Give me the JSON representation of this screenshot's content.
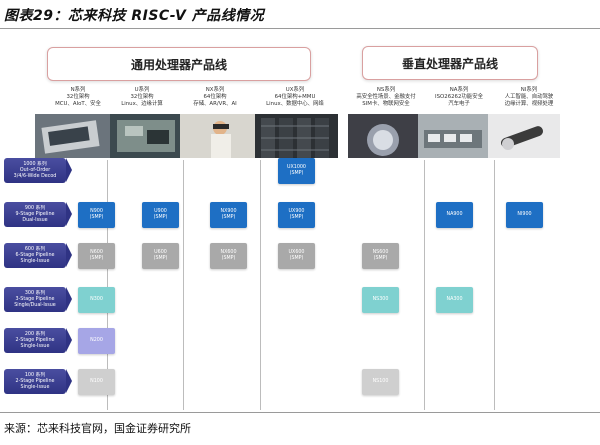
{
  "title": "图表29：芯来科技 RISC-V 产品线情况",
  "categories": {
    "general": "通用处理器产品线",
    "vertical": "垂直处理器产品线"
  },
  "series_headers": [
    {
      "name": "N系列",
      "lines": [
        "N系列",
        "32位架构",
        "MCU、AIoT、安全"
      ]
    },
    {
      "name": "U系列",
      "lines": [
        "U系列",
        "32位架构",
        "Linux、边缘计算"
      ]
    },
    {
      "name": "NX系列",
      "lines": [
        "NX系列",
        "64位架构",
        "存储、AR/VR、AI"
      ]
    },
    {
      "name": "UX系列",
      "lines": [
        "UX系列",
        "64位架构+MMU",
        "Linux、数据中心、网络"
      ]
    },
    {
      "name": "NS系列",
      "lines": [
        "NS系列",
        "高安全性场景、金融支付",
        "SIM卡、物联网安全"
      ]
    },
    {
      "name": "NA系列",
      "lines": [
        "NA系列",
        "ISO26262功能安全",
        "汽车电子"
      ]
    },
    {
      "name": "NI系列",
      "lines": [
        "NI系列",
        "人工智能、自动驾驶",
        "边缘计算、视频处理"
      ]
    }
  ],
  "rows": [
    {
      "lines": [
        "1000 系列",
        "Out-of-Order",
        "3/4/6-Wide Decod"
      ]
    },
    {
      "lines": [
        "900 系列",
        "9-Stage Pipeline",
        "Dual-Issue"
      ]
    },
    {
      "lines": [
        "600 系列",
        "6-Stage Pipeline",
        "Single-Issue"
      ]
    },
    {
      "lines": [
        "300 系列",
        "3-Stage Pipeline",
        "Single/Dual-Issue"
      ]
    },
    {
      "lines": [
        "200 系列",
        "2-Stage Pipeline",
        "Single-Issue"
      ]
    },
    {
      "lines": [
        "100 系列",
        "2-Stage Pipeline",
        "Single-Issue"
      ]
    }
  ],
  "chips": {
    "ux1000": [
      "UX1000",
      "(SMP)"
    ],
    "n900": [
      "N900",
      "(SMP)"
    ],
    "u900": [
      "U900",
      "(SMP)"
    ],
    "nx900": [
      "NX900",
      "(SMP)"
    ],
    "ux900": [
      "UX900",
      "(SMP)"
    ],
    "na900": [
      "NA900"
    ],
    "ni900": [
      "NI900"
    ],
    "n600": [
      "N600",
      "(SMP)"
    ],
    "u600": [
      "U600",
      "(SMP)"
    ],
    "nx600": [
      "NX600",
      "(SMP)"
    ],
    "ux600": [
      "UX600",
      "(SMP)"
    ],
    "ns600": [
      "NS600",
      "(SMP)"
    ],
    "n300": [
      "N300"
    ],
    "ns300": [
      "NS300"
    ],
    "na300": [
      "NA300"
    ],
    "n200": [
      "N200"
    ],
    "n100": [
      "N100"
    ],
    "ns100": [
      "NS100"
    ]
  },
  "colors": {
    "row_label": "#2f3384",
    "chip_blue": "#1e6fc4",
    "chip_gray": "#a9a9a9",
    "chip_teal": "#7fd1d0",
    "chip_lavender": "#a6a6e6"
  },
  "source": "来源：芯来科技官网，国金证券研究所"
}
